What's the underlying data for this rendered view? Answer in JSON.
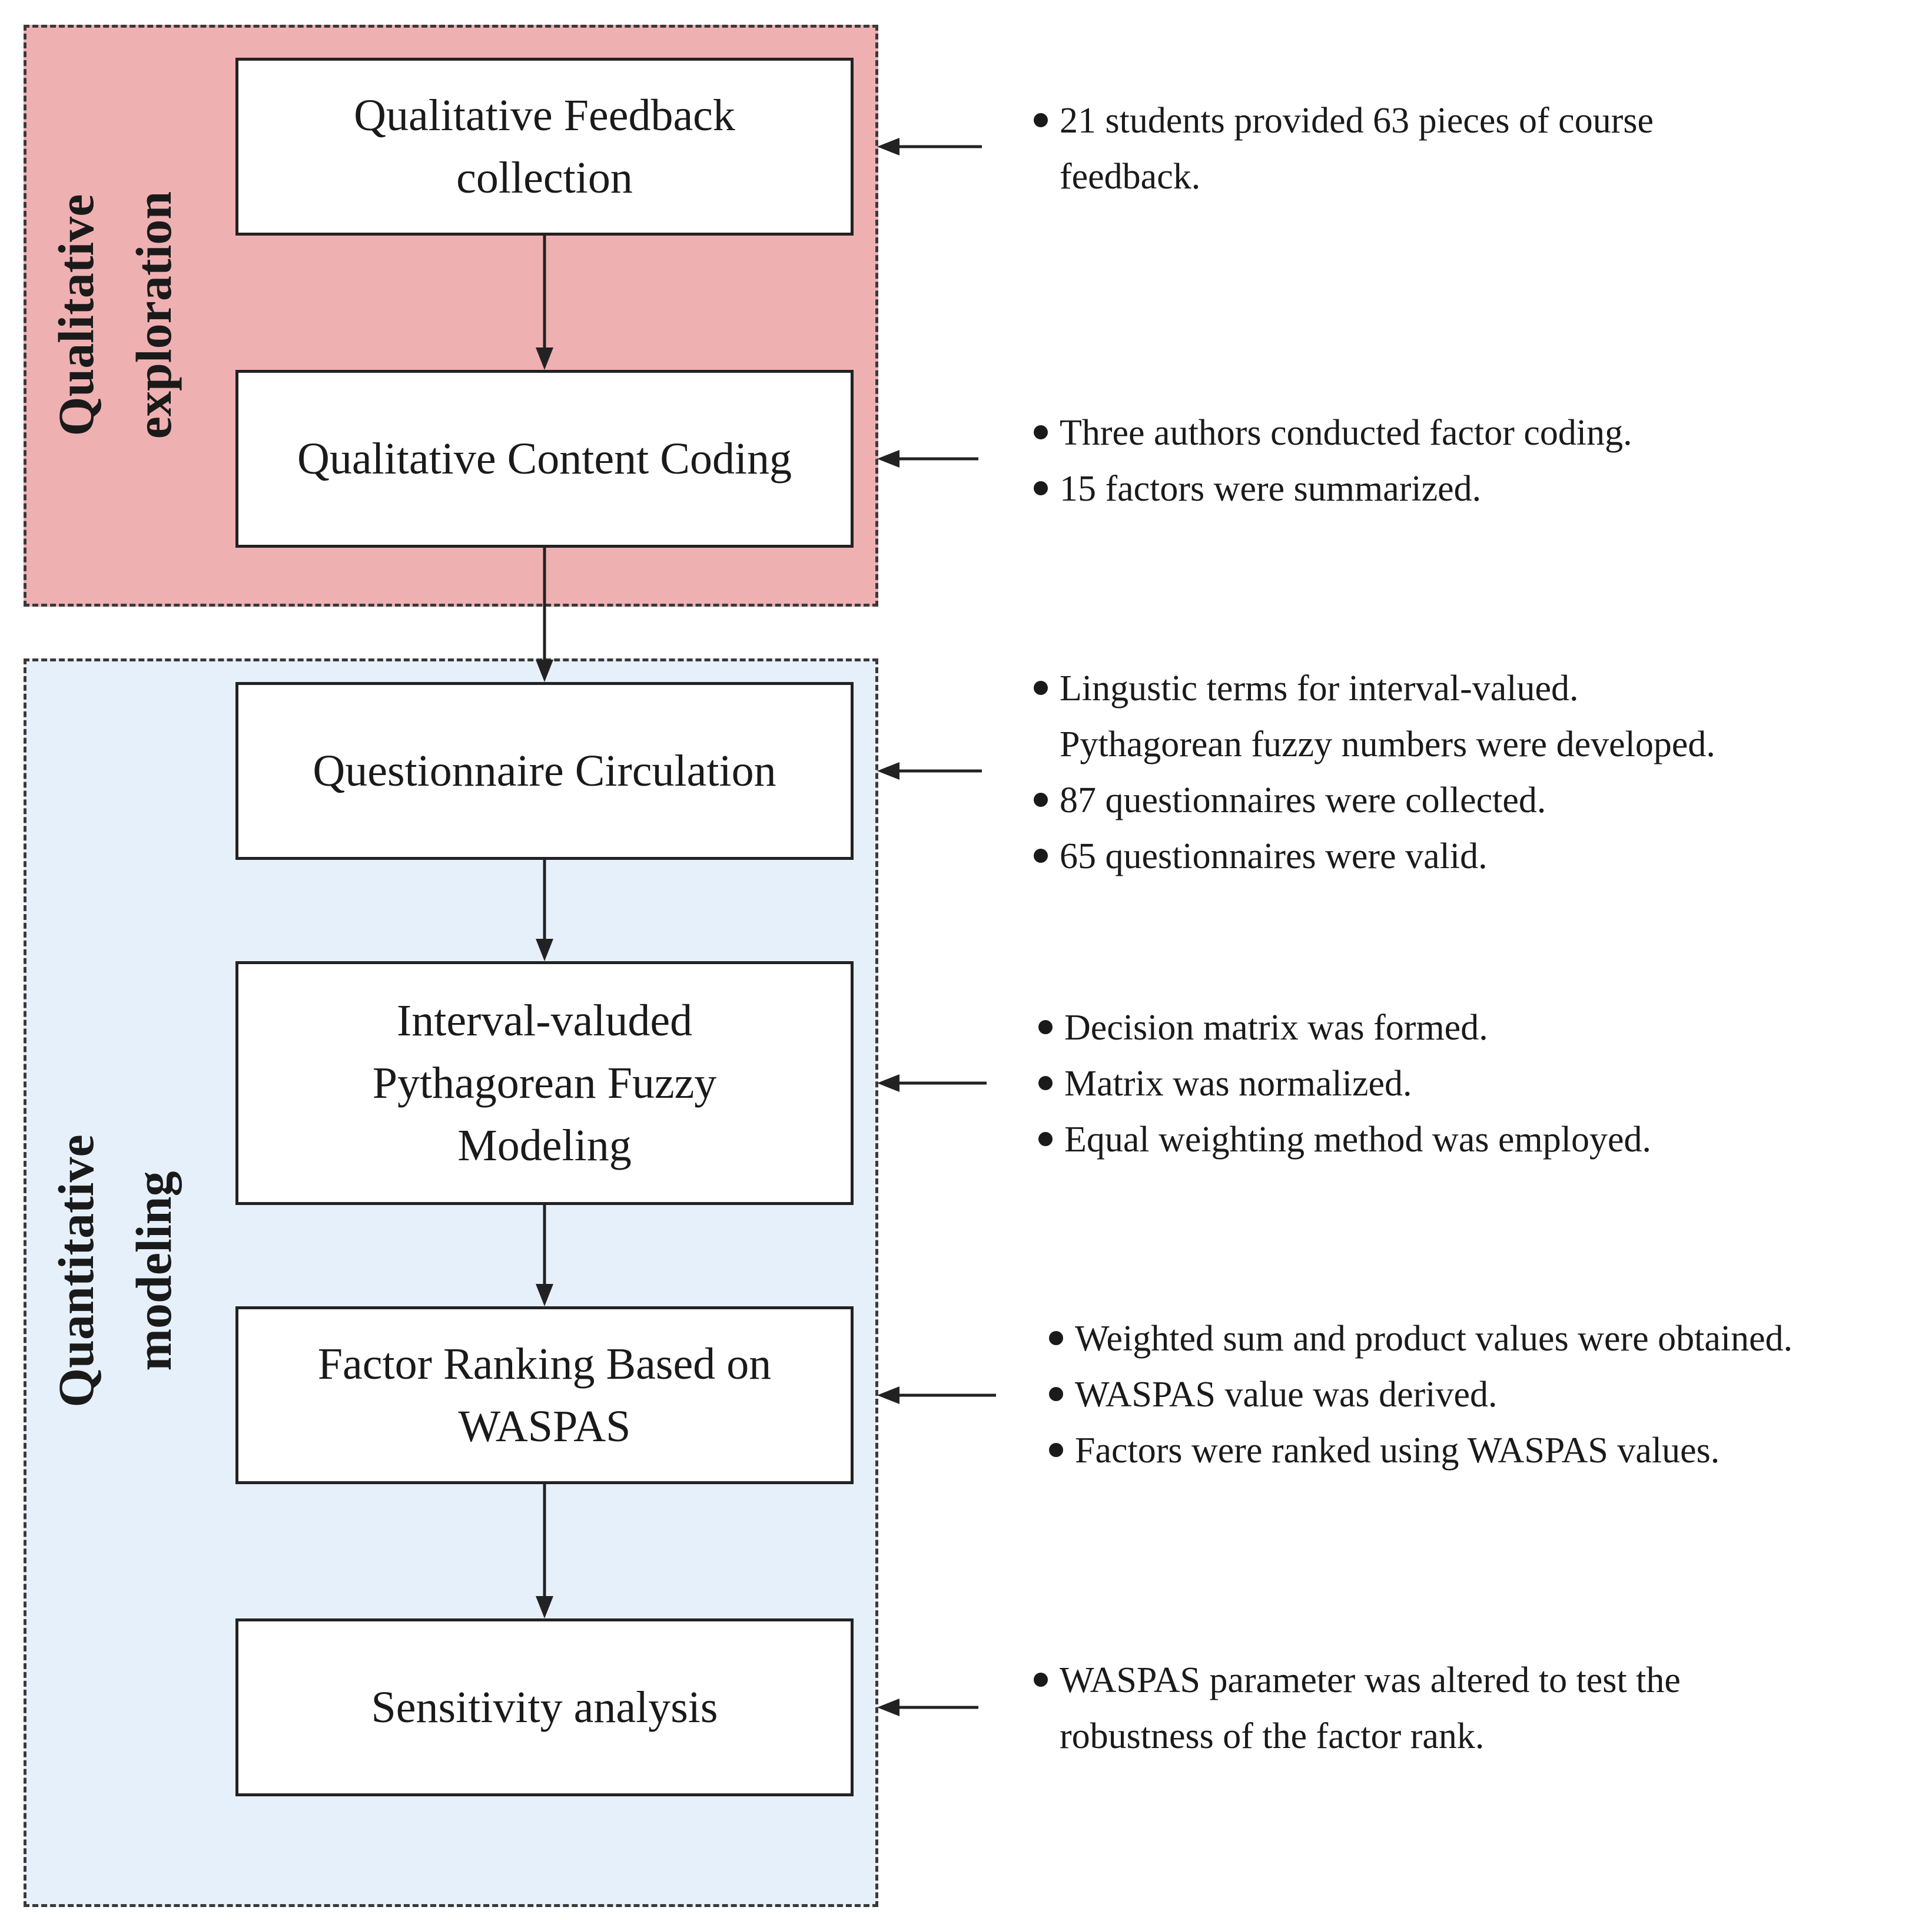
{
  "regions": {
    "qualitative": {
      "label_line1": "Qualitative",
      "label_line2": "exploration"
    },
    "quantitative": {
      "label_line1": "Quantitative",
      "label_line2": "modeling"
    }
  },
  "steps": [
    {
      "lines": [
        "Qualitative Feedback",
        "collection"
      ]
    },
    {
      "lines": [
        "Qualitative Content Coding"
      ]
    },
    {
      "lines": [
        "Questionnaire Circulation"
      ]
    },
    {
      "lines": [
        "Interval-valuded",
        "Pythagorean Fuzzy",
        "Modeling"
      ]
    },
    {
      "lines": [
        "Factor Ranking Based on",
        "WASPAS"
      ]
    },
    {
      "lines": [
        "Sensitivity analysis"
      ]
    }
  ],
  "notes": [
    {
      "items": [
        {
          "lines": [
            "21 students provided 63 pieces of course",
            "feedback."
          ]
        }
      ]
    },
    {
      "items": [
        {
          "lines": [
            "Three authors conducted factor coding."
          ]
        },
        {
          "lines": [
            "15 factors were summarized."
          ]
        }
      ]
    },
    {
      "items": [
        {
          "lines": [
            "Lingustic terms for interval-valued.",
            "Pythagorean fuzzy numbers were developed."
          ]
        },
        {
          "lines": [
            "87 questionnaires were collected."
          ]
        },
        {
          "lines": [
            "65 questionnaires were valid."
          ]
        }
      ]
    },
    {
      "items": [
        {
          "lines": [
            "Decision matrix was formed."
          ]
        },
        {
          "lines": [
            "Matrix was normalized."
          ]
        },
        {
          "lines": [
            "Equal weighting method was employed."
          ]
        }
      ]
    },
    {
      "items": [
        {
          "lines": [
            "Weighted sum and product values were obtained."
          ]
        },
        {
          "lines": [
            "WASPAS value was derived."
          ]
        },
        {
          "lines": [
            "Factors were ranked using WASPAS values."
          ]
        }
      ]
    },
    {
      "items": [
        {
          "lines": [
            "WASPAS parameter was altered to test the",
            "robustness of the factor rank."
          ]
        }
      ]
    }
  ]
}
